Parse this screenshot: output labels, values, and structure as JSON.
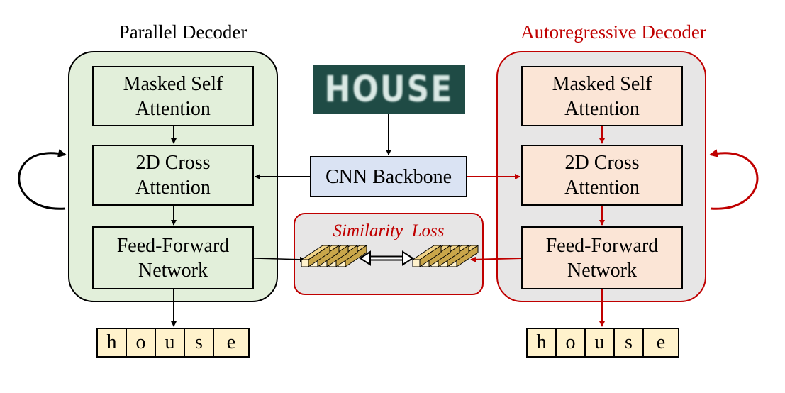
{
  "parallel": {
    "title": "Parallel Decoder",
    "blocks": [
      {
        "line1": "Masked Self",
        "line2": "Attention"
      },
      {
        "line1": "2D Cross",
        "line2": "Attention"
      },
      {
        "line1": "Feed-Forward",
        "line2": "Network"
      }
    ],
    "output": [
      "h",
      "o",
      "u",
      "s",
      "e"
    ]
  },
  "autoregressive": {
    "title": "Autoregressive Decoder",
    "blocks": [
      {
        "line1": "Masked Self",
        "line2": "Attention"
      },
      {
        "line1": "2D Cross",
        "line2": "Attention"
      },
      {
        "line1": "Feed-Forward",
        "line2": "Network"
      }
    ],
    "output": [
      "h",
      "o",
      "u",
      "s",
      "e"
    ]
  },
  "input_image": {
    "text": "HOUSE"
  },
  "backbone": {
    "label": "CNN Backbone"
  },
  "similarity": {
    "label": "Similarity  Loss"
  },
  "colors": {
    "green_fill": "#e2efda",
    "peach_fill": "#fbe5d6",
    "blue_fill": "#dae3f3",
    "gray_fill": "#e7e6e6",
    "red": "#c00000",
    "char_fill": "#fff2cc",
    "image_bg": "#1f4b45"
  }
}
